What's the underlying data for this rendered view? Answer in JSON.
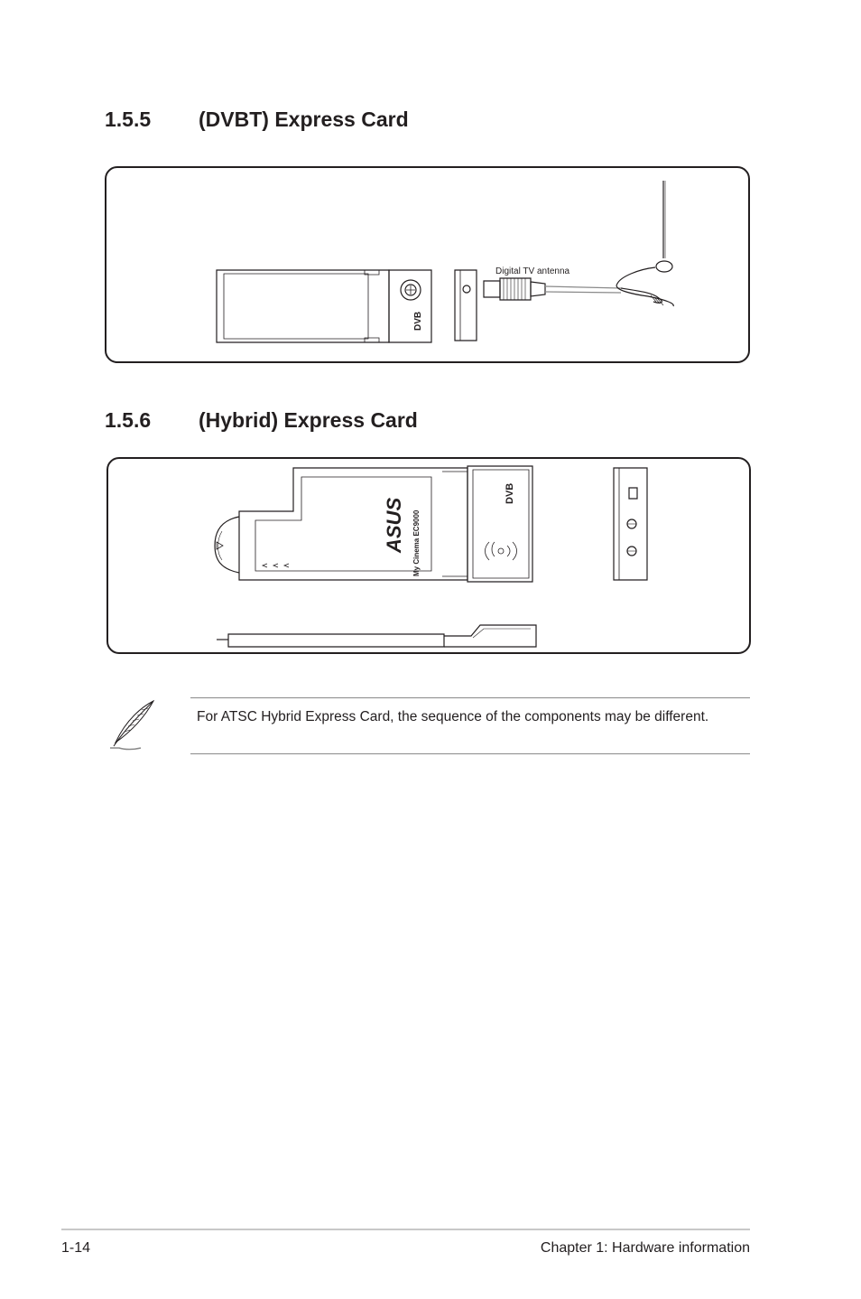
{
  "sections": [
    {
      "number": "1.5.5",
      "title": "(DVBT) Express Card"
    },
    {
      "number": "1.5.6",
      "title": "(Hybrid) Express Card"
    }
  ],
  "dvbt_figure": {
    "antenna_label": "Digital TV antenna",
    "dvb_logo": "DVB"
  },
  "hybrid_figure": {
    "brand_logo": "ASUS",
    "model_text": "My Cinema EC9000",
    "dvb_logo": "DVB"
  },
  "note": {
    "icon": "feather-pen-icon",
    "text": "For ATSC Hybrid Express Card, the sequence of the components may be different."
  },
  "footer": {
    "page_number": "1-14",
    "chapter": "Chapter 1: Hardware information"
  },
  "colors": {
    "ink": "#231f20",
    "rule": "#c8c8c8"
  }
}
